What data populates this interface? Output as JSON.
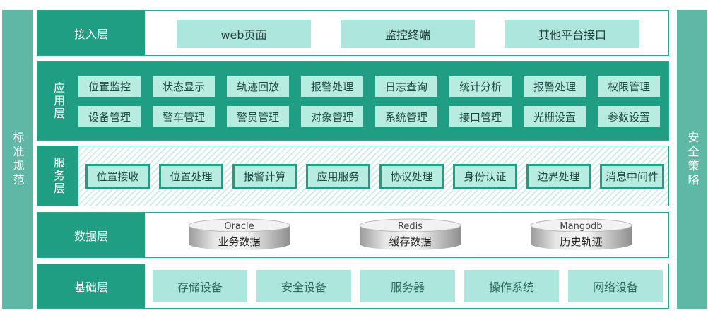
{
  "side_left": "标准规范",
  "side_right": "安全策略",
  "access": {
    "label": "接入层",
    "items": [
      "web页面",
      "监控终端",
      "其他平台接口"
    ]
  },
  "application": {
    "label": "应用层",
    "row1": [
      "位置监控",
      "状态显示",
      "轨迹回放",
      "报警处理",
      "日志查询",
      "统计分析",
      "报警处理",
      "权限管理"
    ],
    "row2": [
      "设备管理",
      "警车管理",
      "警员管理",
      "对象管理",
      "系统管理",
      "接口管理",
      "光栅设置",
      "参数设置"
    ]
  },
  "service": {
    "label": "服务层",
    "items": [
      "位置接收",
      "位置处理",
      "报警计算",
      "应用服务",
      "协议处理",
      "身份认证",
      "边界处理",
      "消息中间件"
    ]
  },
  "data": {
    "label": "数据层",
    "dbs": [
      {
        "name": "Oracle",
        "desc": "业务数据"
      },
      {
        "name": "Redis",
        "desc": "缓存数据"
      },
      {
        "name": "Mangodb",
        "desc": "历史轨迹"
      }
    ]
  },
  "base": {
    "label": "基础层",
    "items": [
      "存储设备",
      "安全设备",
      "服务器",
      "操作系统",
      "网络设备"
    ]
  }
}
